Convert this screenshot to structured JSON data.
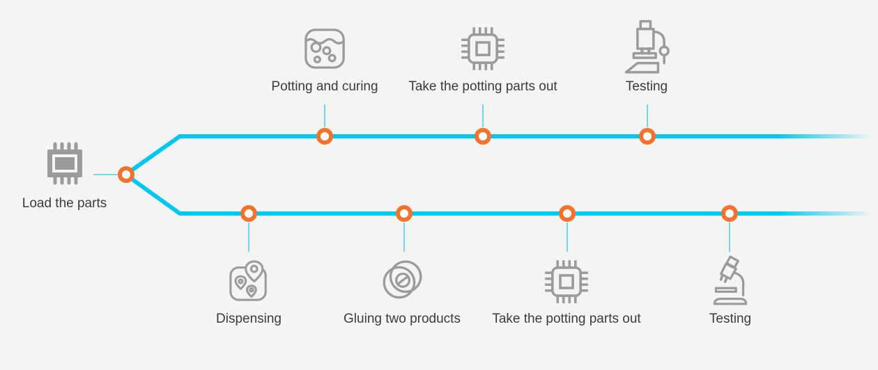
{
  "diagram": {
    "type": "process-flow",
    "description": "Two-branch manufacturing process flow from a single loading step",
    "colors": {
      "background": "#f4f4f4",
      "flow_line": "#00c8f0",
      "connector_line": "#49d3f1",
      "node_ring": "#f5722d",
      "node_fill": "#ffffff",
      "icon_gray": "#9b9b9b",
      "text": "#3b3b3b"
    },
    "start": {
      "label": "Load the parts",
      "icon": "chip-icon"
    },
    "branches": {
      "top": [
        {
          "label": "Potting and curing",
          "icon": "potting-jar-icon"
        },
        {
          "label": "Take the potting parts out",
          "icon": "chip-outline-icon"
        },
        {
          "label": "Testing",
          "icon": "microscope-icon"
        }
      ],
      "bottom": [
        {
          "label": "Dispensing",
          "icon": "dispensing-pins-icon"
        },
        {
          "label": "Gluing two products",
          "icon": "gluing-discs-icon"
        },
        {
          "label": "Take the potting parts out",
          "icon": "chip-outline-icon"
        },
        {
          "label": "Testing",
          "icon": "microscope-tilted-icon"
        }
      ]
    }
  }
}
